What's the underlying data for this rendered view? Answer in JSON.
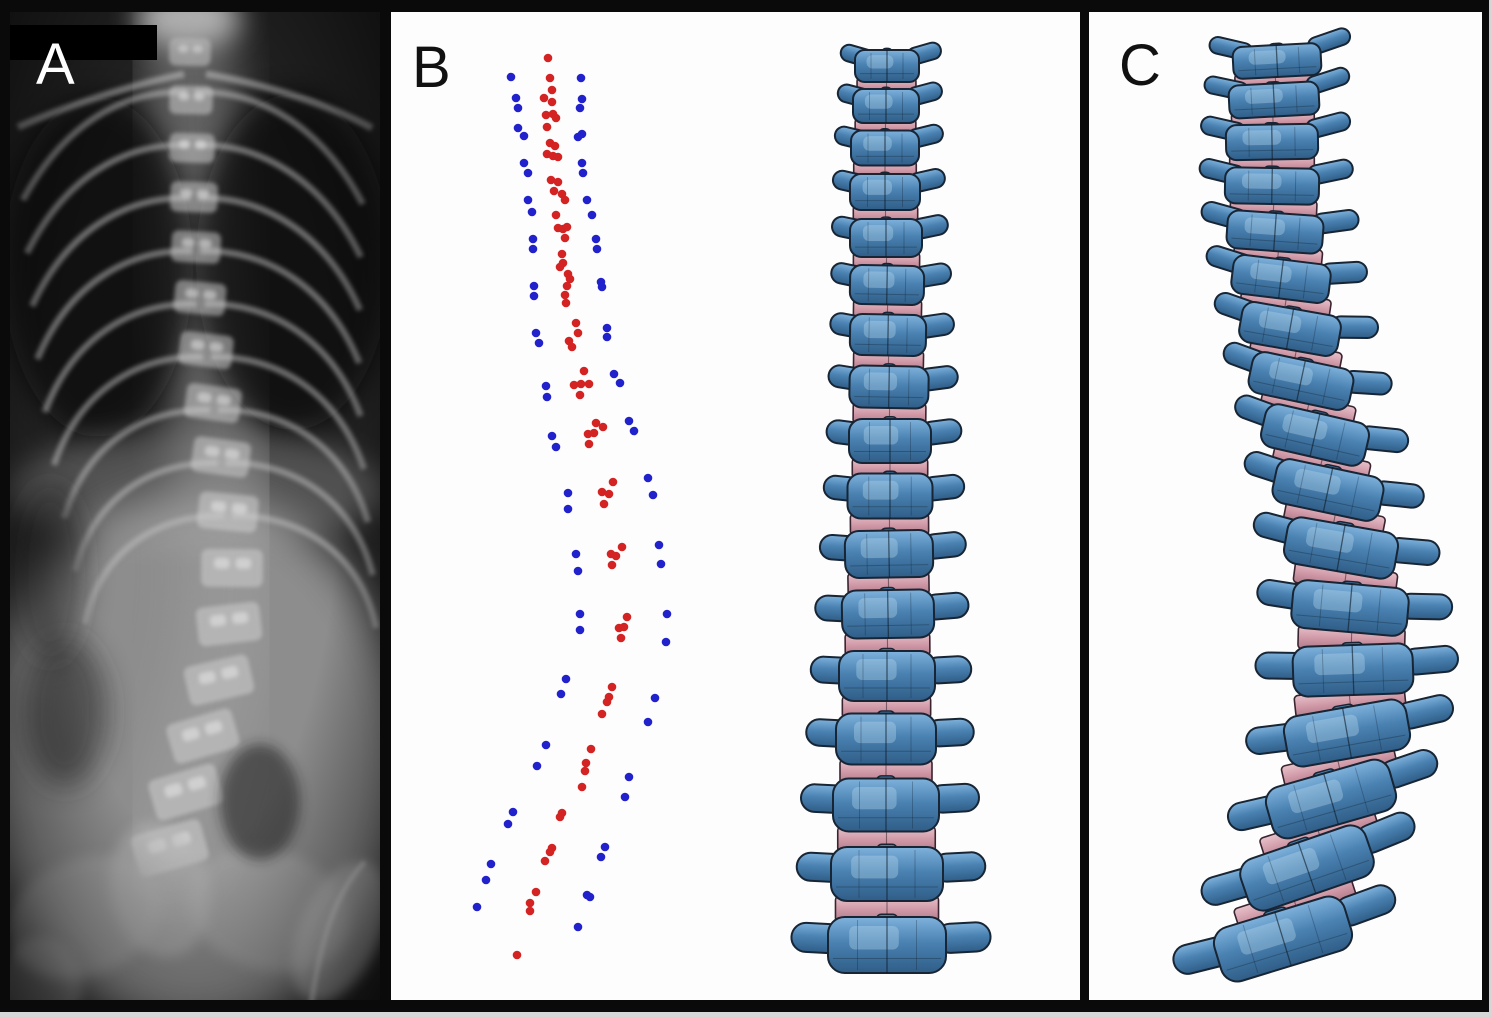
{
  "figure": {
    "panels": [
      {
        "id": "A",
        "label": "A",
        "kind": "xray-radiograph-scoliotic-spine"
      },
      {
        "id": "B",
        "label": "B",
        "kind": "landmark-point-cloud-and-3d-spine-model-frontal"
      },
      {
        "id": "C",
        "label": "C",
        "kind": "3d-spine-model-oblique"
      }
    ]
  },
  "colors": {
    "frame": "#0a0a0a",
    "rim": "#d6d6d6",
    "panel_bg": "#fdfdfd",
    "xray_bg": "#232323",
    "label_light": "#ffffff",
    "label_dark": "#111111",
    "dot_red": "#d42323",
    "dot_blue": "#2222cc",
    "vert_light": "#7fb2dc",
    "vert_main": "#4a82b2",
    "vert_dark": "#2f5d87",
    "vert_highlight": "#bddcf2",
    "vert_outline": "#172534",
    "disc_light": "#e7c2cb",
    "disc_main": "#cf97a5",
    "disc_dark": "#b07a89",
    "disc_outline": "#3a2430"
  },
  "chart_data": {
    "type": "scatter",
    "coord_space": "figure pixels (1492x1017)",
    "legend": "none",
    "series": [
      {
        "name": "red-landmarks",
        "color": "#d42323",
        "points": [
          [
            548,
            58
          ],
          [
            550,
            78
          ],
          [
            552,
            90
          ],
          [
            544,
            98
          ],
          [
            552,
            102
          ],
          [
            546,
            115
          ],
          [
            553,
            114
          ],
          [
            556,
            118
          ],
          [
            547,
            127
          ],
          [
            550,
            143
          ],
          [
            555,
            146
          ],
          [
            547,
            154
          ],
          [
            553,
            156
          ],
          [
            558,
            157
          ],
          [
            551,
            180
          ],
          [
            558,
            182
          ],
          [
            554,
            191
          ],
          [
            562,
            194
          ],
          [
            565,
            200
          ],
          [
            556,
            215
          ],
          [
            558,
            228
          ],
          [
            563,
            229
          ],
          [
            567,
            227
          ],
          [
            565,
            238
          ],
          [
            562,
            254
          ],
          [
            563,
            263
          ],
          [
            560,
            267
          ],
          [
            568,
            274
          ],
          [
            570,
            279
          ],
          [
            567,
            286
          ],
          [
            565,
            295
          ],
          [
            566,
            303
          ],
          [
            576,
            323
          ],
          [
            578,
            333
          ],
          [
            569,
            341
          ],
          [
            572,
            347
          ],
          [
            584,
            371
          ],
          [
            574,
            385
          ],
          [
            581,
            384
          ],
          [
            589,
            384
          ],
          [
            580,
            395
          ],
          [
            596,
            423
          ],
          [
            603,
            427
          ],
          [
            588,
            434
          ],
          [
            594,
            433
          ],
          [
            589,
            444
          ],
          [
            613,
            482
          ],
          [
            602,
            492
          ],
          [
            609,
            494
          ],
          [
            604,
            504
          ],
          [
            622,
            547
          ],
          [
            611,
            554
          ],
          [
            616,
            556
          ],
          [
            612,
            565
          ],
          [
            627,
            617
          ],
          [
            619,
            628
          ],
          [
            624,
            627
          ],
          [
            621,
            638
          ],
          [
            612,
            687
          ],
          [
            609,
            697
          ],
          [
            607,
            702
          ],
          [
            602,
            714
          ],
          [
            591,
            749
          ],
          [
            586,
            763
          ],
          [
            585,
            771
          ],
          [
            582,
            787
          ],
          [
            562,
            813
          ],
          [
            560,
            817
          ],
          [
            552,
            848
          ],
          [
            550,
            852
          ],
          [
            545,
            861
          ],
          [
            536,
            892
          ],
          [
            530,
            903
          ],
          [
            530,
            911
          ],
          [
            517,
            955
          ]
        ]
      },
      {
        "name": "blue-landmarks-left",
        "color": "#2222cc",
        "points": [
          [
            511,
            77
          ],
          [
            516,
            98
          ],
          [
            518,
            108
          ],
          [
            518,
            128
          ],
          [
            524,
            136
          ],
          [
            524,
            163
          ],
          [
            528,
            173
          ],
          [
            528,
            200
          ],
          [
            532,
            212
          ],
          [
            533,
            239
          ],
          [
            533,
            249
          ],
          [
            534,
            286
          ],
          [
            534,
            296
          ],
          [
            536,
            333
          ],
          [
            539,
            343
          ],
          [
            546,
            386
          ],
          [
            547,
            397
          ],
          [
            552,
            436
          ],
          [
            556,
            447
          ],
          [
            568,
            493
          ],
          [
            568,
            509
          ],
          [
            576,
            554
          ],
          [
            578,
            571
          ],
          [
            580,
            614
          ],
          [
            580,
            630
          ],
          [
            566,
            679
          ],
          [
            561,
            694
          ],
          [
            546,
            745
          ],
          [
            537,
            766
          ],
          [
            513,
            812
          ],
          [
            508,
            824
          ],
          [
            491,
            864
          ],
          [
            486,
            880
          ],
          [
            477,
            907
          ]
        ]
      },
      {
        "name": "blue-landmarks-right",
        "color": "#2222cc",
        "points": [
          [
            581,
            78
          ],
          [
            582,
            99
          ],
          [
            580,
            108
          ],
          [
            582,
            134
          ],
          [
            578,
            137
          ],
          [
            582,
            163
          ],
          [
            583,
            173
          ],
          [
            587,
            200
          ],
          [
            592,
            215
          ],
          [
            596,
            239
          ],
          [
            597,
            249
          ],
          [
            601,
            282
          ],
          [
            602,
            287
          ],
          [
            607,
            328
          ],
          [
            607,
            337
          ],
          [
            614,
            374
          ],
          [
            620,
            383
          ],
          [
            629,
            421
          ],
          [
            634,
            431
          ],
          [
            648,
            478
          ],
          [
            653,
            495
          ],
          [
            659,
            545
          ],
          [
            661,
            564
          ],
          [
            667,
            614
          ],
          [
            666,
            642
          ],
          [
            655,
            698
          ],
          [
            648,
            722
          ],
          [
            629,
            777
          ],
          [
            625,
            797
          ],
          [
            605,
            847
          ],
          [
            601,
            857
          ],
          [
            587,
            895
          ],
          [
            590,
            897
          ],
          [
            578,
            927
          ]
        ]
      }
    ]
  },
  "spine_model_frontal": {
    "vertebra_count": 17,
    "vertebrae": [
      [
        887,
        66,
        64,
        32,
        0
      ],
      [
        886,
        106,
        66,
        34,
        0
      ],
      [
        885,
        148,
        68,
        35,
        0
      ],
      [
        885,
        192,
        70,
        36,
        0
      ],
      [
        886,
        238,
        72,
        38,
        0
      ],
      [
        887,
        285,
        74,
        39,
        1
      ],
      [
        888,
        335,
        76,
        41,
        1
      ],
      [
        889,
        387,
        79,
        42,
        1
      ],
      [
        890,
        441,
        82,
        44,
        0
      ],
      [
        890,
        496,
        85,
        45,
        0
      ],
      [
        889,
        554,
        88,
        47,
        -1
      ],
      [
        888,
        614,
        92,
        48,
        -1
      ],
      [
        887,
        676,
        96,
        50,
        0
      ],
      [
        886,
        739,
        100,
        51,
        0
      ],
      [
        886,
        805,
        106,
        53,
        0
      ],
      [
        887,
        874,
        112,
        54,
        0
      ],
      [
        887,
        945,
        118,
        56,
        0
      ]
    ]
  },
  "spine_model_oblique": {
    "vertebra_count": 17,
    "vertebrae": [
      [
        1277,
        61,
        88,
        32,
        -3
      ],
      [
        1274,
        100,
        90,
        33,
        -3
      ],
      [
        1272,
        142,
        92,
        35,
        -1
      ],
      [
        1272,
        186,
        94,
        36,
        1
      ],
      [
        1275,
        232,
        96,
        38,
        4
      ],
      [
        1281,
        279,
        98,
        39,
        7
      ],
      [
        1290,
        329,
        100,
        41,
        10
      ],
      [
        1301,
        381,
        103,
        42,
        12
      ],
      [
        1315,
        435,
        106,
        44,
        13
      ],
      [
        1328,
        490,
        109,
        45,
        12
      ],
      [
        1341,
        548,
        112,
        47,
        10
      ],
      [
        1350,
        608,
        116,
        48,
        5
      ],
      [
        1353,
        670,
        120,
        50,
        -2
      ],
      [
        1347,
        733,
        124,
        51,
        -10
      ],
      [
        1331,
        799,
        128,
        53,
        -16
      ],
      [
        1307,
        868,
        132,
        54,
        -19
      ],
      [
        1283,
        939,
        136,
        56,
        -17
      ]
    ]
  },
  "xray": {
    "rib_pairs": 9,
    "spine": [
      [
        180,
        40,
        40,
        26
      ],
      [
        181,
        88,
        42,
        27
      ],
      [
        182,
        136,
        44,
        28
      ],
      [
        184,
        185,
        46,
        29
      ],
      [
        186,
        235,
        48,
        30
      ],
      [
        190,
        286,
        50,
        31
      ],
      [
        196,
        338,
        52,
        32
      ],
      [
        203,
        391,
        54,
        33
      ],
      [
        211,
        445,
        56,
        34
      ],
      [
        218,
        500,
        58,
        35
      ],
      [
        222,
        556,
        60,
        36
      ],
      [
        219,
        612,
        62,
        37
      ],
      [
        209,
        668,
        64,
        38
      ],
      [
        193,
        724,
        66,
        39
      ],
      [
        176,
        780,
        68,
        40
      ],
      [
        160,
        836,
        70,
        41
      ]
    ]
  }
}
